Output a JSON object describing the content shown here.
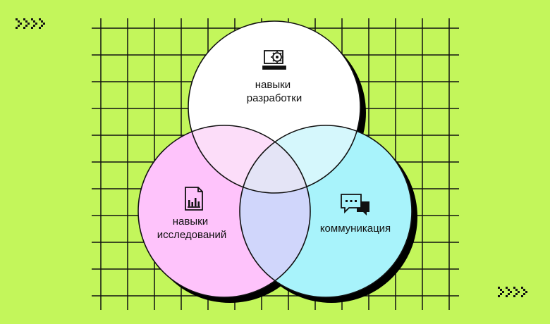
{
  "colors": {
    "background": "#C3F65B",
    "grid": "#111111",
    "shadow": "#000000",
    "outline": "#111111",
    "development": "#FFFFFF",
    "research": "#FEC3FB",
    "communication": "#A8F3FB",
    "overlap_dev_research": "#FCDDF9",
    "overlap_dev_comm": "#D5F7FC",
    "overlap_research_comm": "#D0D6FB",
    "overlap_all": "#E4E4F6"
  },
  "diagram": {
    "type": "venn",
    "sets": [
      {
        "id": "development",
        "label_lines": [
          "навыки",
          "разработки"
        ],
        "icon": "laptop-gear-icon"
      },
      {
        "id": "research",
        "label_lines": [
          "навыки",
          "исследований"
        ],
        "icon": "document-chart-icon"
      },
      {
        "id": "communication",
        "label_lines": [
          "коммуникация"
        ],
        "icon": "chat-bubbles-icon"
      }
    ]
  },
  "decorations": {
    "top_left": "chevrons-right-icon",
    "bottom_right": "chevrons-right-icon"
  }
}
